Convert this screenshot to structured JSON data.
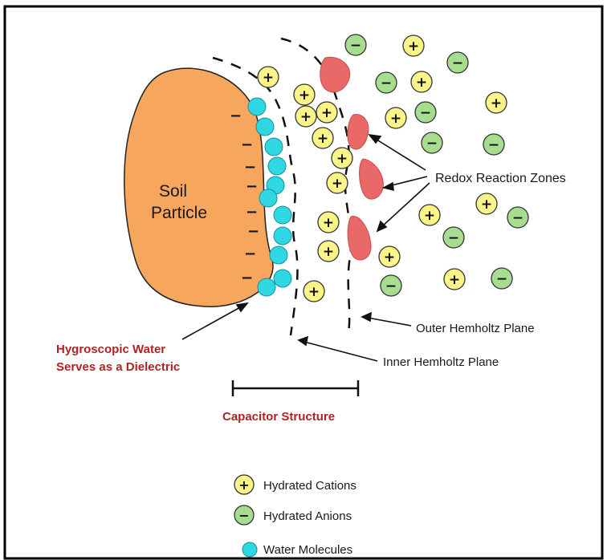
{
  "colors": {
    "soil_particle": "#f7a65e",
    "cation": "#fbf589",
    "anion": "#a7dd8e",
    "water": "#2ed7e2",
    "redox_zone": "#e96868",
    "red_text": "#b22222"
  },
  "icons": {
    "cation_symbol": "+",
    "anion_symbol": "−",
    "surface_charge_symbol": "−"
  },
  "labels": {
    "soil_particle": [
      "Soil",
      "Particle"
    ],
    "redox_zones": "Redox Reaction Zones",
    "outer_plane": "Outer Hemholtz Plane",
    "inner_plane": "Inner Hemholtz Plane",
    "hygroscopic_water": [
      "Hygroscopic Water",
      "Serves as a Dielectric"
    ],
    "capacitor_structure": "Capacitor Structure"
  },
  "legend": {
    "items": [
      {
        "kind": "cation",
        "label": "Hydrated Cations"
      },
      {
        "kind": "anion",
        "label": "Hydrated Anions"
      },
      {
        "kind": "water",
        "label": "Water Molecules"
      }
    ]
  }
}
